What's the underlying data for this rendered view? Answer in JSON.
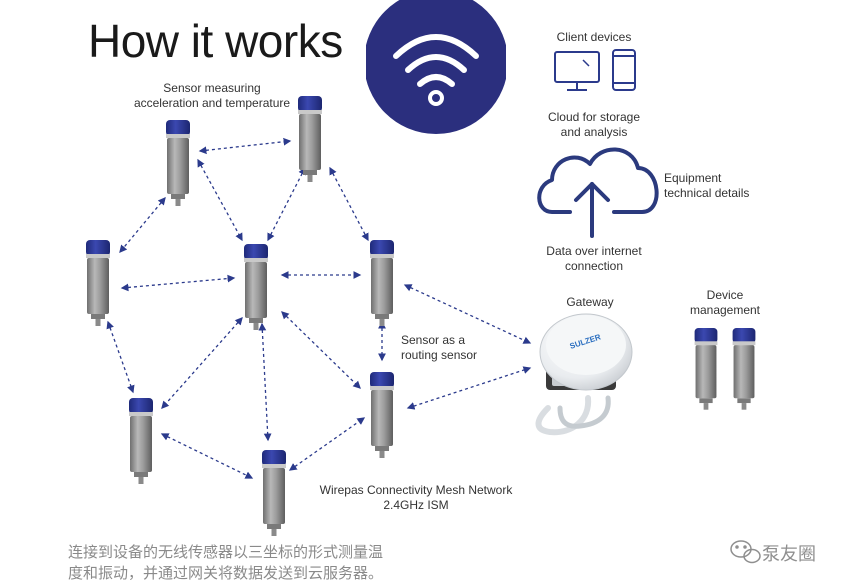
{
  "title": "How it works",
  "labels": {
    "sensor_measuring": [
      "Sensor measuring",
      "acceleration and temperature"
    ],
    "client_devices": "Client devices",
    "cloud": [
      "Cloud for storage",
      "and analysis"
    ],
    "equipment": [
      "Equipment",
      "technical details"
    ],
    "data_over_internet": [
      "Data over internet",
      "connection"
    ],
    "gateway": "Gateway",
    "device_management": [
      "Device",
      "management"
    ],
    "routing_sensor": [
      "Sensor as a",
      "routing sensor"
    ],
    "mesh_network": [
      "Wirepas Connectivity Mesh Network",
      "2.4GHz ISM"
    ]
  },
  "gateway_brand": "SULZER",
  "caption": [
    "连接到设备的无线传感器以三坐标的形式测量温",
    "度和振动，并通过网关将数据发送到云服务器。"
  ],
  "watermark": "泵友圈",
  "colors": {
    "navy": "#2b2f7e",
    "sensor_cap": "#2d3a9e",
    "sensor_body": "#9a9a9a",
    "arrow": "#2b3a8c",
    "cloud": "#2b3a7e"
  },
  "icons": [
    "wifi-icon",
    "monitor-icon",
    "smartphone-icon",
    "cloud-upload-icon",
    "gateway-device",
    "wechat-icon"
  ]
}
